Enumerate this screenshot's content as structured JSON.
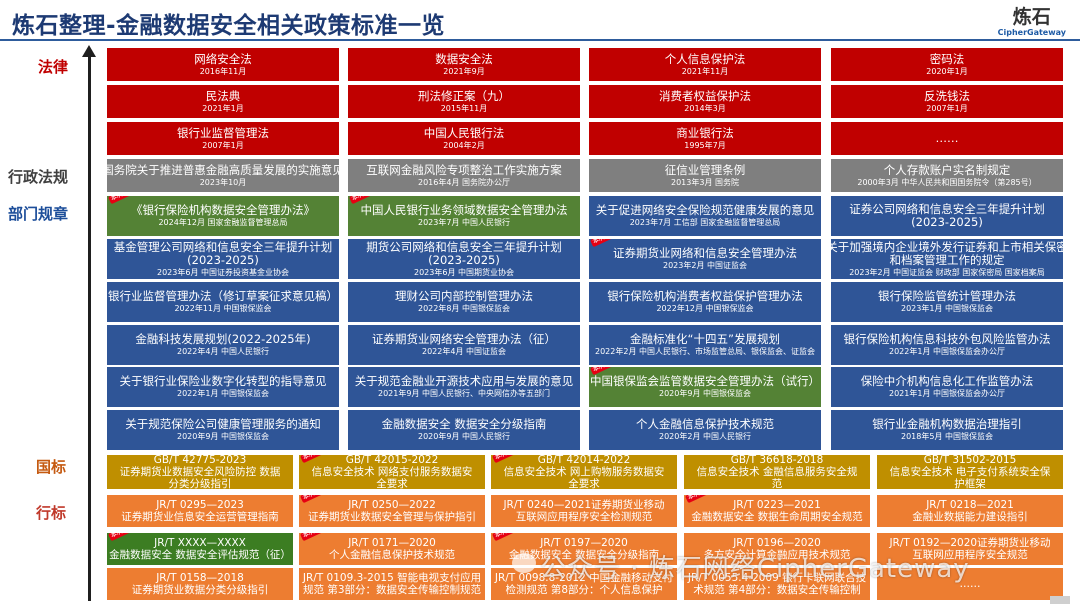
{
  "header": {
    "title": "炼石整理-金融数据安全相关政策标准一览",
    "logo_cn": "炼石",
    "logo_en": "CipherGateway"
  },
  "categories": {
    "law": "法律",
    "admin": "行政法规",
    "dept": "部门规章",
    "national": "国标",
    "industry": "行标"
  },
  "tag_text": "本次新增",
  "laws": [
    {
      "name": "网络安全法",
      "date": "2016年11月"
    },
    {
      "name": "数据安全法",
      "date": "2021年9月"
    },
    {
      "name": "个人信息保护法",
      "date": "2021年11月"
    },
    {
      "name": "密码法",
      "date": "2020年1月"
    },
    {
      "name": "民法典",
      "date": "2021年1月"
    },
    {
      "name": "刑法修正案（九）",
      "date": "2015年11月"
    },
    {
      "name": "消费者权益保护法",
      "date": "2014年3月"
    },
    {
      "name": "反洗钱法",
      "date": "2007年1月"
    },
    {
      "name": "银行业监督管理法",
      "date": "2007年1月"
    },
    {
      "name": "中国人民银行法",
      "date": "2004年2月"
    },
    {
      "name": "商业银行法",
      "date": "1995年7月"
    },
    {
      "name": "……",
      "date": ""
    }
  ],
  "admin_regs": [
    {
      "name": "国务院关于推进普惠金融高质量发展的实施意见",
      "date": "2023年10月"
    },
    {
      "name": "互联网金融风险专项整治工作实施方案",
      "date": "2016年4月 国务院办公厅"
    },
    {
      "name": "征信业管理条例",
      "date": "2013年3月 国务院"
    },
    {
      "name": "个人存款账户实名制规定",
      "date": "2000年3月 中华人民共和国国务院令（第285号）"
    }
  ],
  "dept_rules": [
    {
      "name": "《银行保险机构数据安全管理办法》",
      "date": "2024年12月 国家金融监督管理总局",
      "color": "green",
      "tag": true
    },
    {
      "name": "中国人民银行业务领域数据安全管理办法",
      "date": "2023年7月 中国人民银行",
      "color": "green",
      "tag": true
    },
    {
      "name": "关于促进网络安全保险规范健康发展的意见",
      "date": "2023年7月 工信部 国家金融监督管理总局",
      "color": "blue",
      "tag": false
    },
    {
      "name": "证券公司网络和信息安全三年提升计划",
      "name2": "(2023-2025)",
      "date": "",
      "color": "blue",
      "tag": false
    },
    {
      "name": "基金管理公司网络和信息安全三年提升计划",
      "name2": "(2023-2025)",
      "date": "2023年6月 中国证券投资基金业协会",
      "color": "blue",
      "tag": false
    },
    {
      "name": "期货公司网络和信息安全三年提升计划",
      "name2": "(2023-2025)",
      "date": "2023年6月 中国期货业协会",
      "color": "blue",
      "tag": false
    },
    {
      "name": "证券期货业网络和信息安全管理办法",
      "date": "2023年2月 中国证监会",
      "color": "blue",
      "tag": true
    },
    {
      "name": "关于加强境内企业境外发行证券和上市相关保密",
      "name2": "和档案管理工作的规定",
      "date": "2023年2月 中国证监会 财政部 国家保密局 国家档案局",
      "color": "blue",
      "tag": false
    },
    {
      "name": "银行业监督管理办法（修订草案征求意见稿）",
      "date": "2022年11月 中国银保监会",
      "color": "blue",
      "tag": false
    },
    {
      "name": "理财公司内部控制管理办法",
      "date": "2022年8月 中国银保监会",
      "color": "blue",
      "tag": false
    },
    {
      "name": "银行保险机构消费者权益保护管理办法",
      "date": "2022年12月 中国银保监会",
      "color": "blue",
      "tag": false
    },
    {
      "name": "银行保险监管统计管理办法",
      "date": "2023年1月 中国银保监会",
      "color": "blue",
      "tag": false
    },
    {
      "name": "金融科技发展规划(2022-2025年)",
      "date": "2022年4月 中国人民银行",
      "color": "blue",
      "tag": false
    },
    {
      "name": "证券期货业网络安全管理办法（征）",
      "date": "2022年4月 中国证监会",
      "color": "blue",
      "tag": false
    },
    {
      "name": "金融标准化“十四五”发展规划",
      "date": "2022年2月 中国人民银行、市场监管总局、银保监会、证监会",
      "color": "blue",
      "tag": false
    },
    {
      "name": "银行保险机构信息科技外包风险监管办法",
      "date": "2022年1月 中国银保监会办公厅",
      "color": "blue",
      "tag": false
    },
    {
      "name": "关于银行业保险业数字化转型的指导意见",
      "date": "2022年1月 中国银保监会",
      "color": "blue",
      "tag": false
    },
    {
      "name": "关于规范金融业开源技术应用与发展的意见",
      "date": "2021年9月 中国人民银行、中央网信办等五部门",
      "color": "blue",
      "tag": false
    },
    {
      "name": "中国银保监会监管数据安全管理办法（试行）",
      "date": "2020年9月 中国银保监会",
      "color": "green",
      "tag": true
    },
    {
      "name": "保险中介机构信息化工作监管办法",
      "date": "2021年1月 中国银保监会办公厅",
      "color": "blue",
      "tag": false
    },
    {
      "name": "关于规范保险公司健康管理服务的通知",
      "date": "2020年9月 中国银保监会",
      "color": "blue",
      "tag": false
    },
    {
      "name": "金融数据安全 数据安全分级指南",
      "date": "2020年9月 中国人民银行",
      "color": "blue",
      "tag": false
    },
    {
      "name": "个人金融信息保护技术规范",
      "date": "2020年2月 中国人民银行",
      "color": "blue",
      "tag": false
    },
    {
      "name": "银行业金融机构数据治理指引",
      "date": "2018年5月 中国银保监会",
      "color": "blue",
      "tag": false
    }
  ],
  "national_std": [
    {
      "code": "GB/T 42775-2023",
      "name": "证券期货业数据安全风险防控 数据",
      "name2": "分类分级指引",
      "color": "gold",
      "tag": false
    },
    {
      "code": "GB/T 42015-2022",
      "name": "信息安全技术 网络支付服务数据安",
      "name2": "全要求",
      "color": "gold",
      "tag": true
    },
    {
      "code": "GB/T 42014-2022",
      "name": "信息安全技术 网上购物服务数据安",
      "name2": "全要求",
      "color": "gold",
      "tag": true
    },
    {
      "code": "GB/T 36618-2018",
      "name": "信息安全技术 金融信息服务安全规",
      "name2": "范",
      "color": "gold",
      "tag": false
    },
    {
      "code": "GB/T 31502-2015",
      "name": "信息安全技术 电子支付系统安全保",
      "name2": "护框架",
      "color": "gold",
      "tag": false
    }
  ],
  "industry_std": [
    {
      "code": "JR/T 0295—2023",
      "name": "证券期货业信息安全运营管理指南",
      "color": "orange",
      "tag": false
    },
    {
      "code": "JR/T 0250—2022",
      "name": "证券期货业数据安全管理与保护指引",
      "color": "orange",
      "tag": true
    },
    {
      "code": "JR/T 0240—2021证券期货业移动",
      "name": "互联网应用程序安全检测规范",
      "color": "orange",
      "tag": false
    },
    {
      "code": "JR/T 0223—2021",
      "name": "金融数据安全 数据生命周期安全规范",
      "color": "orange",
      "tag": true
    },
    {
      "code": "JR/T 0218—2021",
      "name": "金融业数据能力建设指引",
      "color": "orange",
      "tag": false
    },
    {
      "code": "JR/T XXXX—XXXX",
      "name": "金融数据安全 数据安全评估规范（征）",
      "color": "dgreen",
      "tag": true
    },
    {
      "code": "JR/T 0171—2020",
      "name": "个人金融信息保护技术规范",
      "color": "orange",
      "tag": true
    },
    {
      "code": "JR/T 0197—2020",
      "name": "金融数据安全 数据安全分级指南",
      "color": "orange",
      "tag": true
    },
    {
      "code": "JR/T 0196—2020",
      "name": "多方安全计算金融应用技术规范",
      "color": "orange",
      "tag": false
    },
    {
      "code": "JR/T 0192—2020证券期货业移动",
      "name": "互联网应用程序安全规范",
      "color": "orange",
      "tag": false
    },
    {
      "code": "JR/T 0158—2018",
      "name": "证券期货业数据分类分级指引",
      "color": "orange",
      "tag": false
    },
    {
      "code": "JR/T 0109.3-2015 智能电视支付应用",
      "name": "规范 第3部分：数据安全传输控制规范",
      "color": "orange",
      "tag": false
    },
    {
      "code": "JR/T 0098.8-2012 中国金融移动支付",
      "name": "检测规范 第8部分：个人信息保护",
      "color": "orange",
      "tag": false
    },
    {
      "code": "JR/T 0055.4-2009 银行卡联网联合技",
      "name": "术规范 第4部分：数据安全传输控制",
      "color": "orange",
      "tag": false
    },
    {
      "code": "……",
      "name": "",
      "color": "orange",
      "tag": false
    }
  ],
  "watermark": "公众号 · 炼石网络CipherGateway"
}
